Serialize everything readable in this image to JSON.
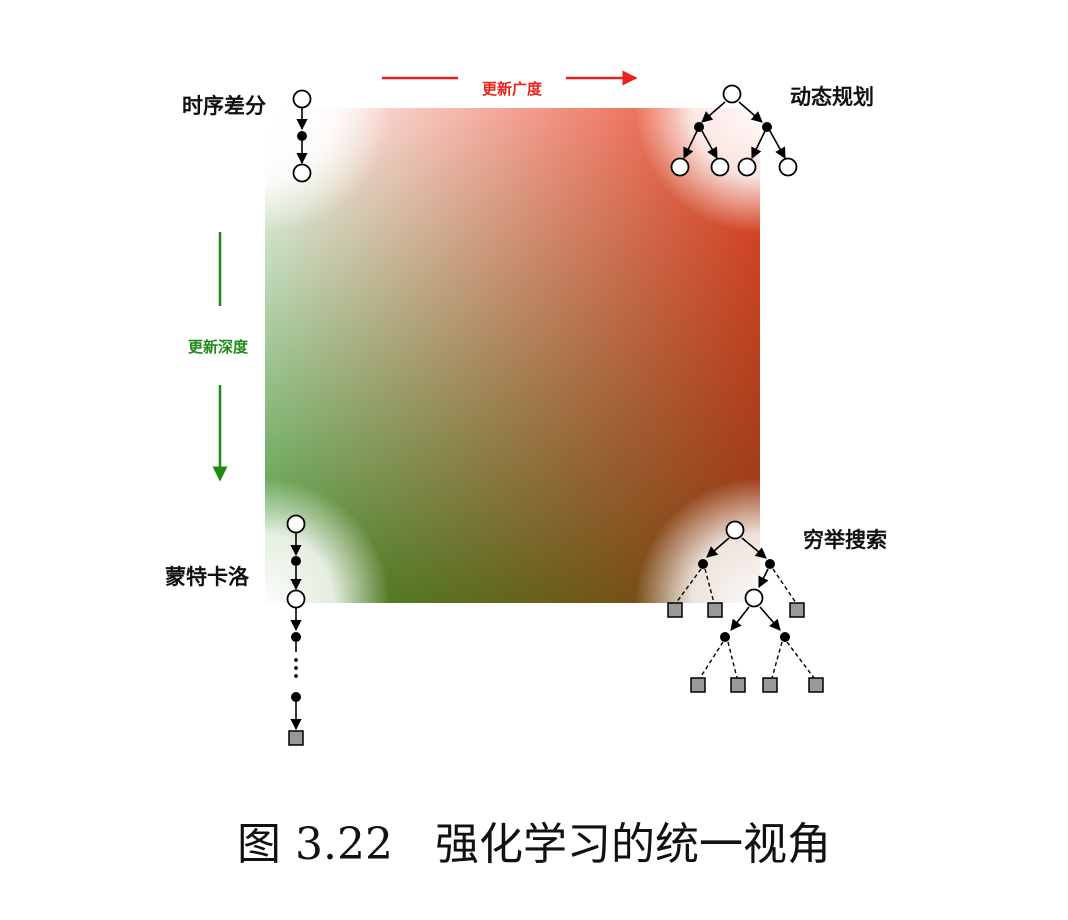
{
  "corners": {
    "top_left": "时序差分",
    "top_right": "动态规划",
    "bottom_left": "蒙特卡洛",
    "bottom_right": "穷举搜索"
  },
  "axes": {
    "horizontal": {
      "label": "更新广度",
      "color": "#e8231e"
    },
    "vertical": {
      "label": "更新深度",
      "color": "#1f8a16"
    }
  },
  "gradient_colors": {
    "top_left": "#ffffff",
    "top_right": "#e8462a",
    "bottom_left": "#3f8f2a",
    "bottom_right": "#8a3a12"
  },
  "node_styles": {
    "state": "#ffffff",
    "action": "#000000",
    "terminal": "#999999"
  },
  "caption": {
    "figure_number": "图 3.22",
    "title": "强化学习的统一视角"
  }
}
